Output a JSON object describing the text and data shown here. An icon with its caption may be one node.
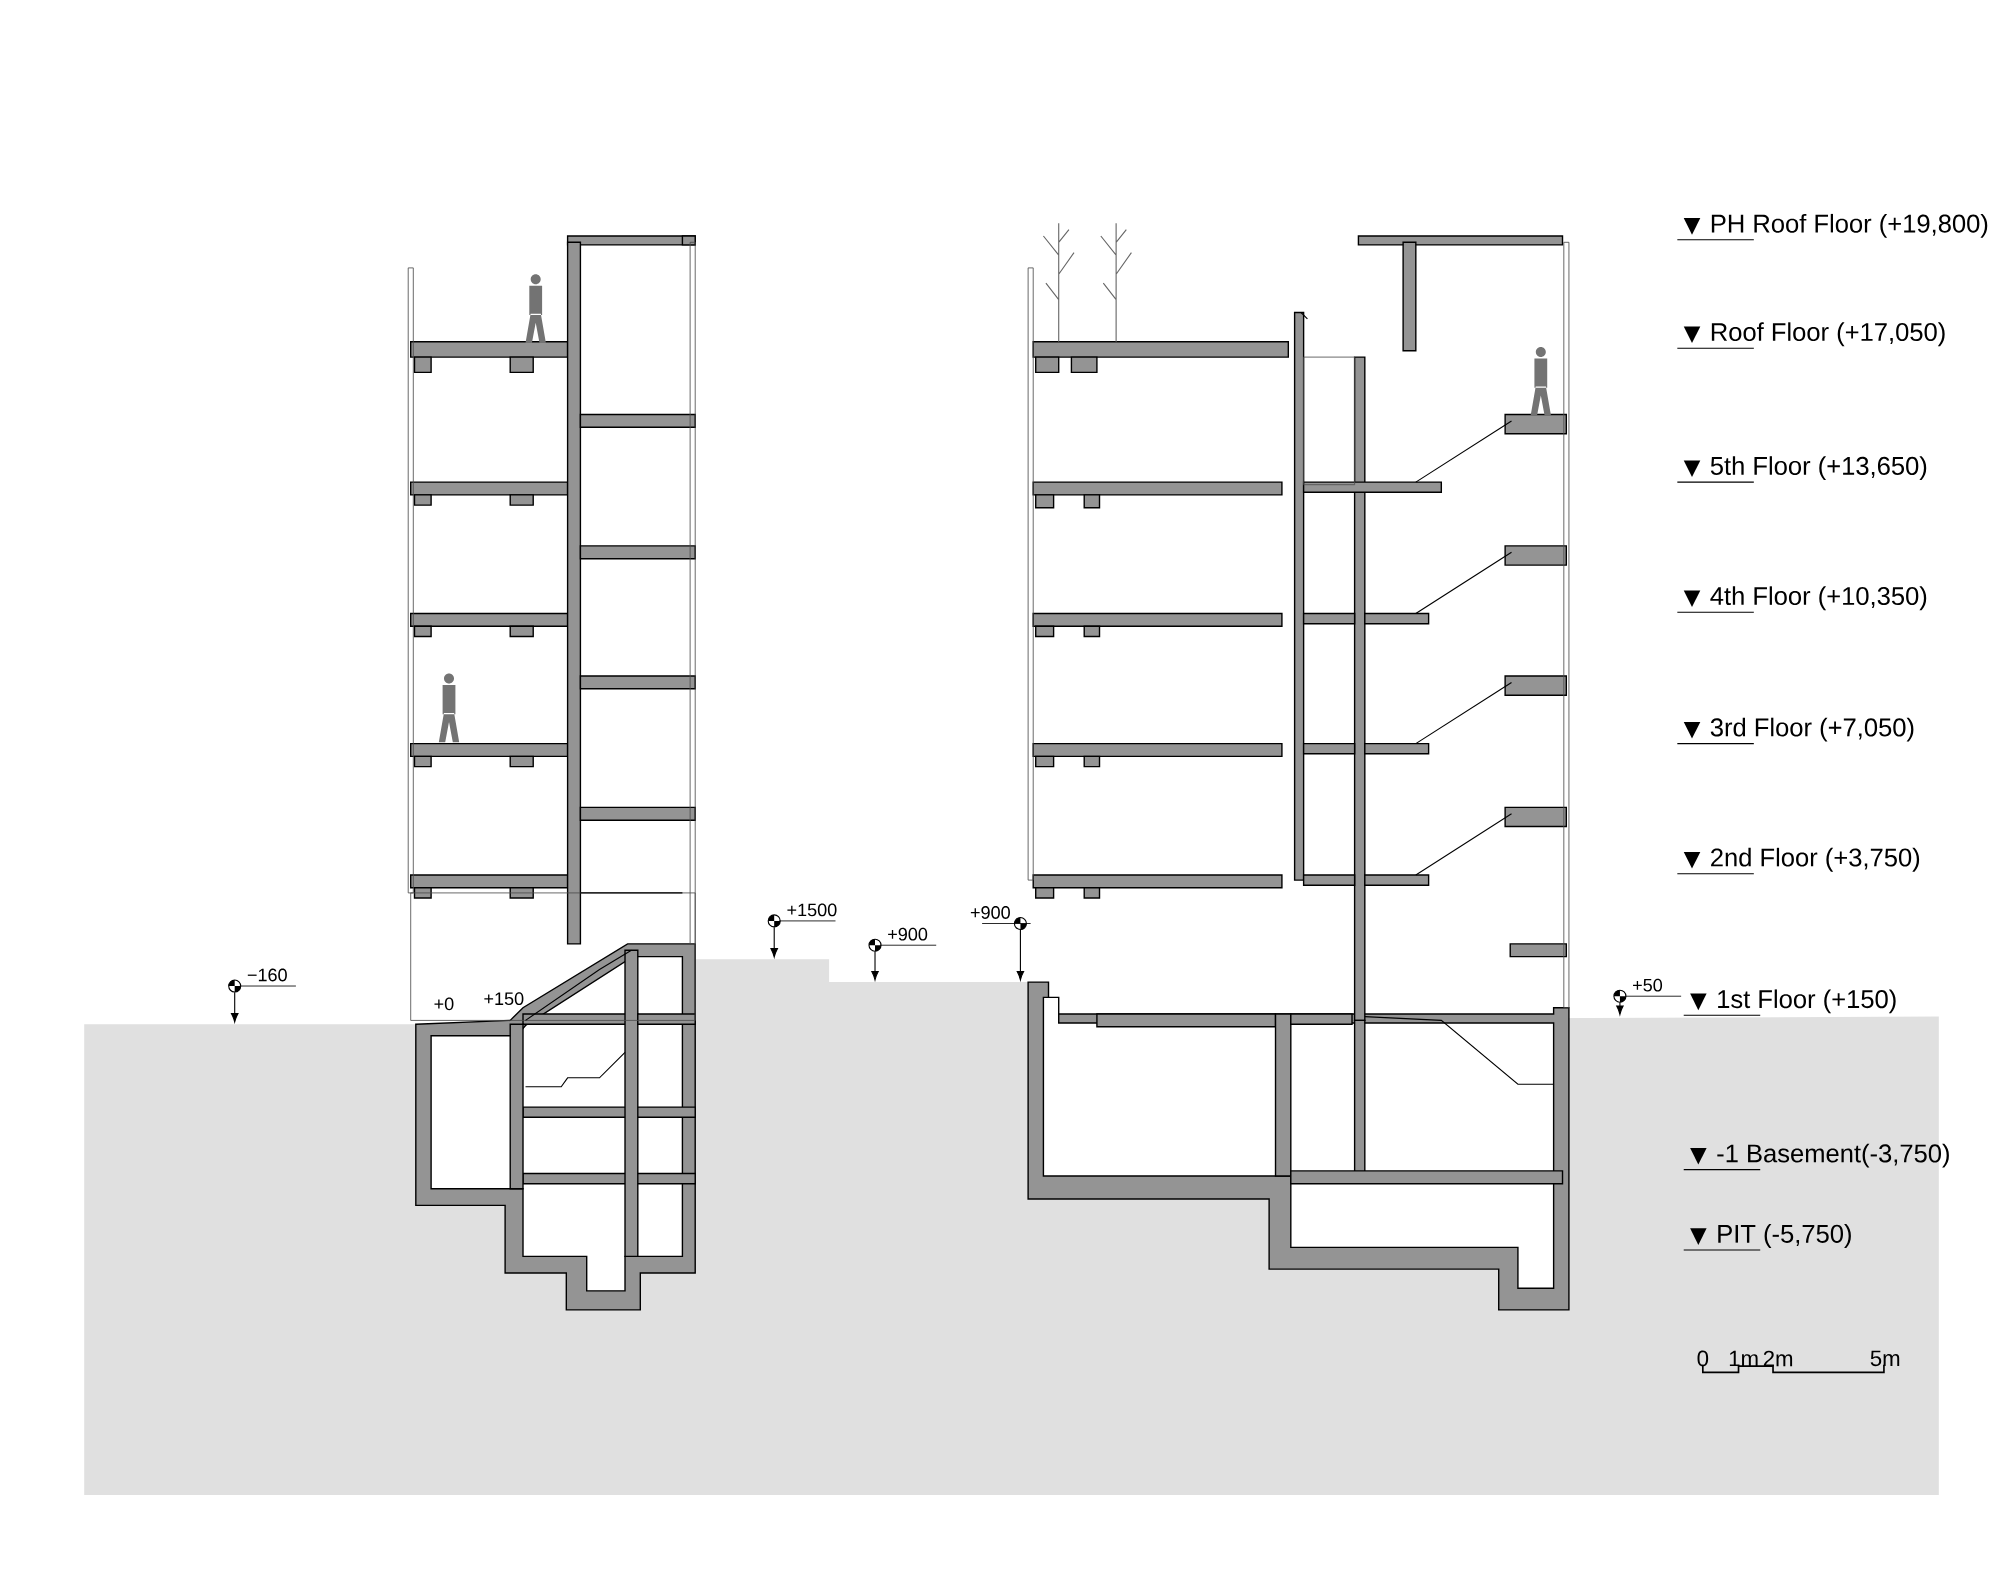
{
  "diagram": {
    "labels": [
      "PH Roof Floor (+19,800)",
      "Roof Floor (+17,050)",
      "5th Floor (+13,650)",
      "4th Floor (+10,350)",
      "3rd Floor (+7,050)",
      "2nd Floor (+3,750)",
      "+1500",
      "+900",
      "+900",
      "−160",
      "+50",
      "+0",
      "+150",
      "1st Floor (+150)",
      "-1 Basement(-3,750)",
      "PIT (-5,750)",
      "0",
      "1m",
      "2m",
      "5m"
    ]
  }
}
